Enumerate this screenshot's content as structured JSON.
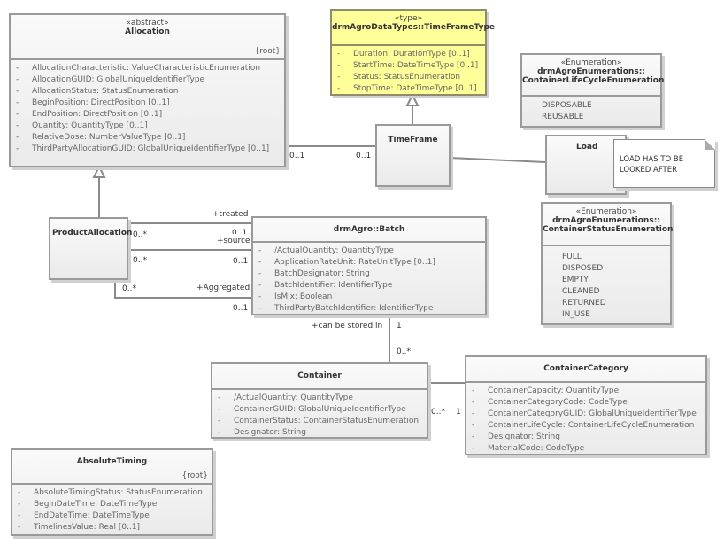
{
  "classes": {
    "allocation": {
      "stereotype": "«abstract»",
      "name": "Allocation",
      "constraint": "{root}",
      "attributes": [
        "AllocationCharacteristic: ValueCharacteristicEnumeration",
        "AllocationGUID: GlobalUniqueIdentifierType",
        "AllocationStatus: StatusEnumeration",
        "BeginPosition: DirectPosition [0..1]",
        "EndPosition: DirectPosition [0..1]",
        "Quantity: QuantityType [0..1]",
        "RelativeDose: NumberValueType [0..1]",
        "ThirdPartyAllocationGUID: GlobalUniqueIdentifierType [0..1]"
      ]
    },
    "timeframetype": {
      "stereotype": "«type»",
      "name": "drmAgroDataTypes::TimeFrameType",
      "attributes": [
        "Duration: DurationType [0..1]",
        "StartTime: DateTimeType [0..1]",
        "Status: StatusEnumeration",
        "StopTime: DateTimeType [0..1]"
      ]
    },
    "timeframe": {
      "name": "TimeFrame"
    },
    "lifecycle": {
      "stereotype": "«Enumeration»",
      "name1": "drmAgroEnumerations::",
      "name2": "ContainerLifeCycleEnumeration",
      "literals": [
        "DISPOSABLE",
        "REUSABLE"
      ]
    },
    "load": {
      "name": "Load"
    },
    "status": {
      "stereotype": "«Enumeration»",
      "name1": "drmAgroEnumerations::",
      "name2": "ContainerStatusEnumeration",
      "literals": [
        "FULL",
        "DISPOSED",
        "EMPTY",
        "CLEANED",
        "RETURNED",
        "IN_USE"
      ]
    },
    "productallocation": {
      "name": "ProductAllocation"
    },
    "batch": {
      "name": "drmAgro::Batch",
      "attributes": [
        "/ActualQuantity: QuantityType",
        "ApplicationRateUnit: RateUnitType [0..1]",
        "BatchDesignator: String",
        "BatchIdentifier: IdentifierType",
        "IsMix: Boolean",
        "ThirdPartyBatchIdentifier: IdentifierType"
      ]
    },
    "container": {
      "name": "Container",
      "attributes": [
        "/ActualQuantity: QuantityType",
        "ContainerGUID: GlobalUniqueIdentifierType",
        "ContainerStatus: ContainerStatusEnumeration",
        "Designator: String"
      ]
    },
    "category": {
      "name": "ContainerCategory",
      "attributes": [
        "ContainerCapacity: QuantityType",
        "ContainerCategoryCode: CodeType",
        "ContainerCategoryGUID: GlobalUniqueIdentifierType",
        "ContainerLifeCycle: ContainerLifeCycleEnumeration",
        "Designator: String",
        "MaterialCode: CodeType"
      ]
    },
    "absolutetiming": {
      "name": "AbsoluteTiming",
      "constraint": "{root}",
      "attributes": [
        "AbsoluteTimingStatus: StatusEnumeration",
        "BeginDateTime: DateTimeType",
        "EndDateTime: DateTimeType",
        "TimelinesValue: Real [0..1]"
      ]
    }
  },
  "note": {
    "text": "LOAD HAS TO BE LOOKED AFTER"
  },
  "labels": {
    "alloc_tf_a": "0..1",
    "alloc_tf_b": "0..1",
    "treated": "+treated",
    "treated_a": "0..*",
    "treated_b": "0..1",
    "source": "+source",
    "source_a": "0..*",
    "source_b": "0..1",
    "aggregated": "+Aggregated",
    "aggregated_a": "0..*",
    "aggregated_b": "0..1",
    "stored": "+can be stored in",
    "stored_a": "1",
    "stored_b": "0..*",
    "cat_a": "0..*",
    "cat_b": "1"
  },
  "attr_dash": "-"
}
